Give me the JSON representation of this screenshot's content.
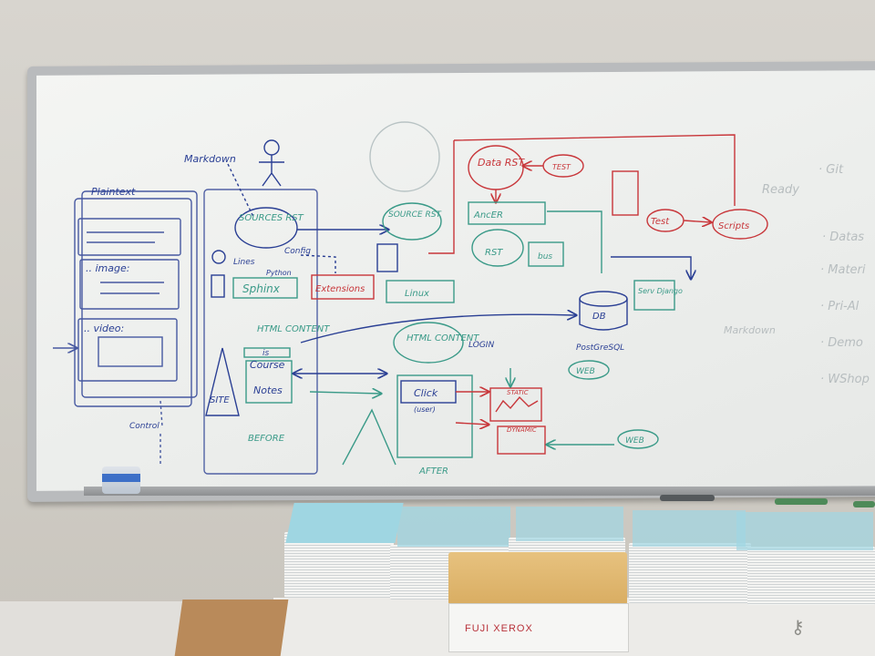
{
  "scene": "whiteboard-photo",
  "colors": {
    "blue_ink": "#2a3f94",
    "green_ink": "#3a9a88",
    "red_ink": "#c8363a",
    "envelope": "#d9ad62",
    "paper_cover": "#9fd6e2"
  },
  "whiteboard": {
    "left_column": {
      "plaintext": "Plaintext",
      "image": ".. image:",
      "video": ".. video:",
      "control": "Control"
    },
    "center_left": {
      "markdown": "Markdown",
      "sources_rst": "SOURCES RST",
      "lines": "Lines",
      "config": "Config",
      "python": "Python",
      "sphinx": "Sphinx",
      "extensions": "Extensions",
      "html_content": "HTML CONTENT",
      "is": "is",
      "course": "Course",
      "notes": "Notes",
      "site": "SITE",
      "before": "BEFORE"
    },
    "center": {
      "source_rst": "SOURCE RST",
      "linux": "Linux",
      "html_content2": "HTML CONTENT",
      "login": "LOGIN",
      "click": "Click",
      "user": "(user)",
      "after": "AFTER"
    },
    "right": {
      "data_rst": "Data RST",
      "test": "TEST",
      "ancer": "AncER",
      "rst": "RST",
      "bus": "bus",
      "test2": "Test",
      "scripts": "Scripts",
      "db": "DB",
      "postgresql": "PostGreSQL",
      "web": "WEB",
      "web2": "WEB",
      "serv_django": "Serv Django",
      "static": "STATIC",
      "dynamic": "DYNAMIC",
      "markdown2": "Markdown"
    },
    "far_right": {
      "ready": "Ready",
      "items": [
        "· Git",
        "· Datas",
        "· Materi",
        "· Pri-Al",
        "· Demo",
        "· WShop"
      ]
    }
  },
  "room": {
    "box_brand": "FUJI XEROX"
  }
}
